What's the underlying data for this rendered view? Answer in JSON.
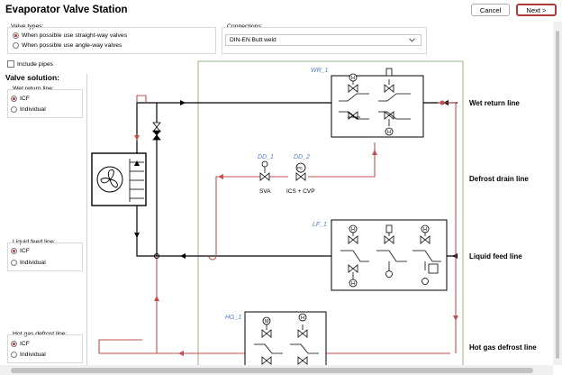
{
  "title": "Evaporator Valve Station",
  "buttons": {
    "cancel": "Cancel",
    "next": "Next >"
  },
  "valve_types": {
    "label": "Valve types:",
    "options": [
      "When possible use straight-way valves",
      "When possible use angle-way valves"
    ],
    "selected": 0
  },
  "connections": {
    "label": "Connections:",
    "value": "DIN-EN Butt weld"
  },
  "include_pipes": "Include pipes",
  "valve_solution": "Valve solution:",
  "wet_return": {
    "label": "Wet return line:",
    "options": [
      "ICF",
      "Individual"
    ],
    "selected": 0
  },
  "liquid_feed": {
    "label": "Liquid feed line:",
    "options": [
      "ICF",
      "Individual"
    ],
    "selected": 0
  },
  "hot_gas": {
    "label": "Hot gas defrost line:",
    "options": [
      "ICF",
      "Individual"
    ],
    "selected": 0
  },
  "diagram": {
    "tags": {
      "wr": "WR_1",
      "dd1": "DD_1",
      "dd2": "DD_2",
      "lf": "LF_1",
      "hg": "HG_1"
    },
    "valve_labels": {
      "sva": "SVA",
      "ics": "ICS + CVP"
    },
    "line_labels": {
      "wet_return": "Wet return line",
      "defrost_drain": "Defrost drain line",
      "liquid_feed": "Liquid feed line",
      "hot_gas": "Hot gas defrost line"
    },
    "symbol_letters": {
      "h": "H",
      "m": "M",
      "pc": "PC"
    }
  },
  "colors": {
    "accent": "#c43e3e",
    "pipe_red": "#c0504d",
    "frame_green": "#9bb585",
    "tag_blue": "#4f7fc9"
  }
}
